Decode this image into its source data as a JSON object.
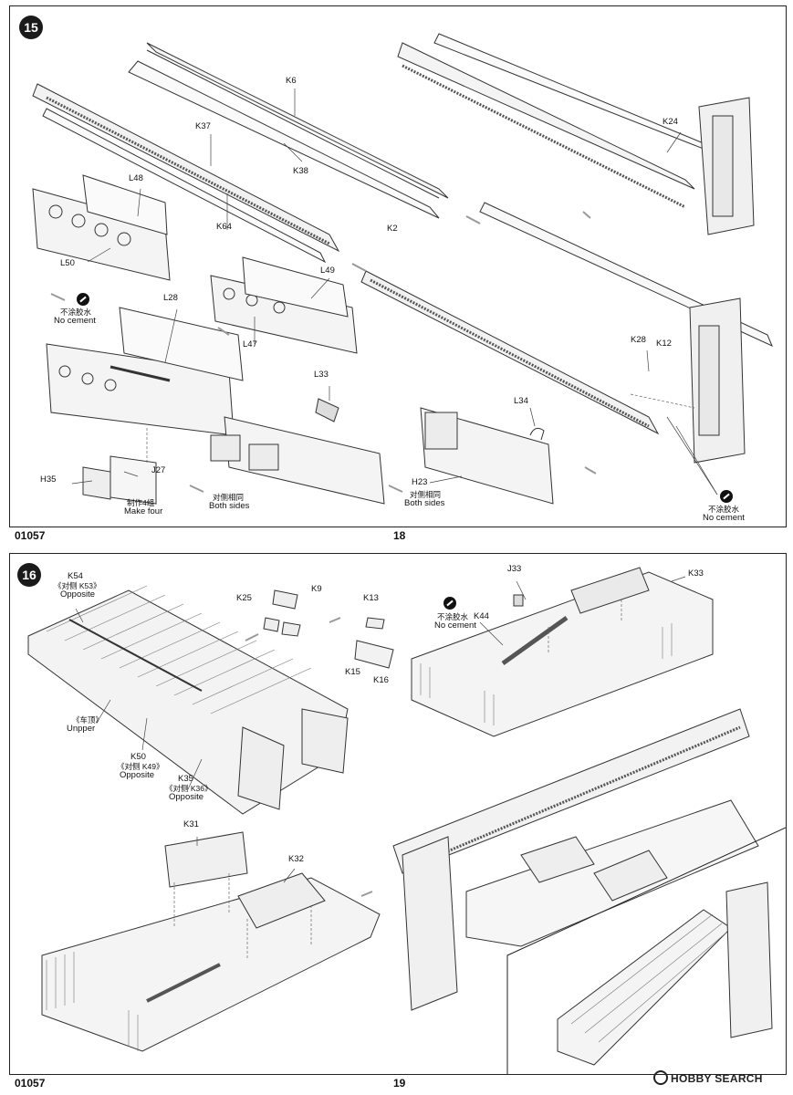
{
  "top": {
    "step_number": "15",
    "page_code": "01057",
    "page_number": "18",
    "labels": {
      "k6": "K6",
      "k37": "K37",
      "k38": "K38",
      "k64": "K64",
      "k2": "K2",
      "l48": "L48",
      "l50": "L50",
      "l49": "L49",
      "l47": "L47",
      "l28": "L28",
      "l33": "L33",
      "l34": "L34",
      "k24": "K24",
      "k28": "K28",
      "k12": "K12",
      "h35": "H35",
      "j27": "J27",
      "h23": "H23"
    },
    "no_cement_cn": "不涂胶水",
    "no_cement_en": "No cement",
    "make_four_cn": "制作4组",
    "make_four_en": "Make four",
    "both_sides_cn": "对侧相同",
    "both_sides_en": "Both sides"
  },
  "bottom": {
    "step_number": "16",
    "page_code": "01057",
    "page_number": "19",
    "labels": {
      "k54": "K54",
      "k54_sub": "《对侧 K53》",
      "opposite": "Opposite",
      "k25": "K25",
      "k9": "K9",
      "k13": "K13",
      "k15": "K15",
      "k16": "K16",
      "j33": "J33",
      "k33": "K33",
      "k44": "K44",
      "upper_cn": "《车顶》",
      "upper_en": "Unpper",
      "k50": "K50",
      "k50_sub": "《对侧 K49》",
      "k35": "K35",
      "k35_sub": "《对侧 K36》",
      "k31": "K31",
      "k32": "K32"
    },
    "no_cement_cn": "不涂胶水",
    "no_cement_en": "No cement",
    "watermark": "HOBBY SEARCH"
  }
}
